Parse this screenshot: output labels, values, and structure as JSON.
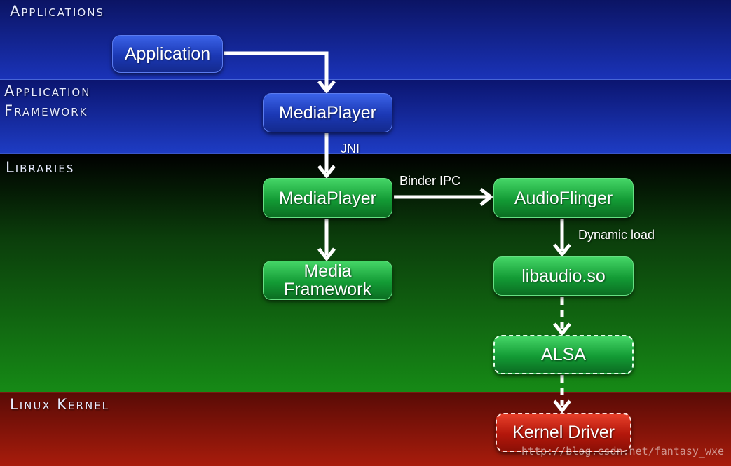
{
  "layers": {
    "applications": "Applications",
    "application_framework": "Application\nFramework",
    "libraries": "Libraries",
    "linux_kernel": "Linux Kernel"
  },
  "nodes": {
    "application": "Application",
    "mediaplayer_java": "MediaPlayer",
    "mediaplayer_native": "MediaPlayer",
    "media_framework": "Media\nFramework",
    "audioflinger": "AudioFlinger",
    "libaudio": "libaudio.so",
    "alsa": "ALSA",
    "kernel_driver": "Kernel Driver"
  },
  "edges": {
    "jni": "JNI",
    "binder_ipc": "Binder IPC",
    "dynamic_load": "Dynamic load"
  },
  "watermark": "http://blog.csdn.net/fantasy_wxe",
  "colors": {
    "applications_band": "#1a33b8",
    "framework_band": "#1e3cc4",
    "libraries_band": "#168a16",
    "kernel_band": "#a81c0c",
    "blue_node": "#1b38b4",
    "green_node": "#139b35",
    "red_node": "#b3170b",
    "arrow": "#ffffff"
  }
}
